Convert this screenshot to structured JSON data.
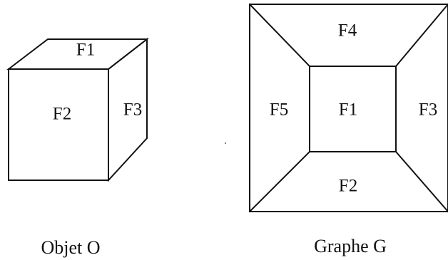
{
  "object_o": {
    "caption": "Objet O",
    "faces": {
      "top": "F1",
      "front": "F2",
      "side": "F3"
    }
  },
  "graph_g": {
    "caption": "Graphe G",
    "faces": {
      "top": "F4",
      "left": "F5",
      "center": "F1",
      "right": "F3",
      "bottom": "F2"
    }
  },
  "colors": {
    "stroke": "#111111",
    "background": "#ffffff"
  }
}
